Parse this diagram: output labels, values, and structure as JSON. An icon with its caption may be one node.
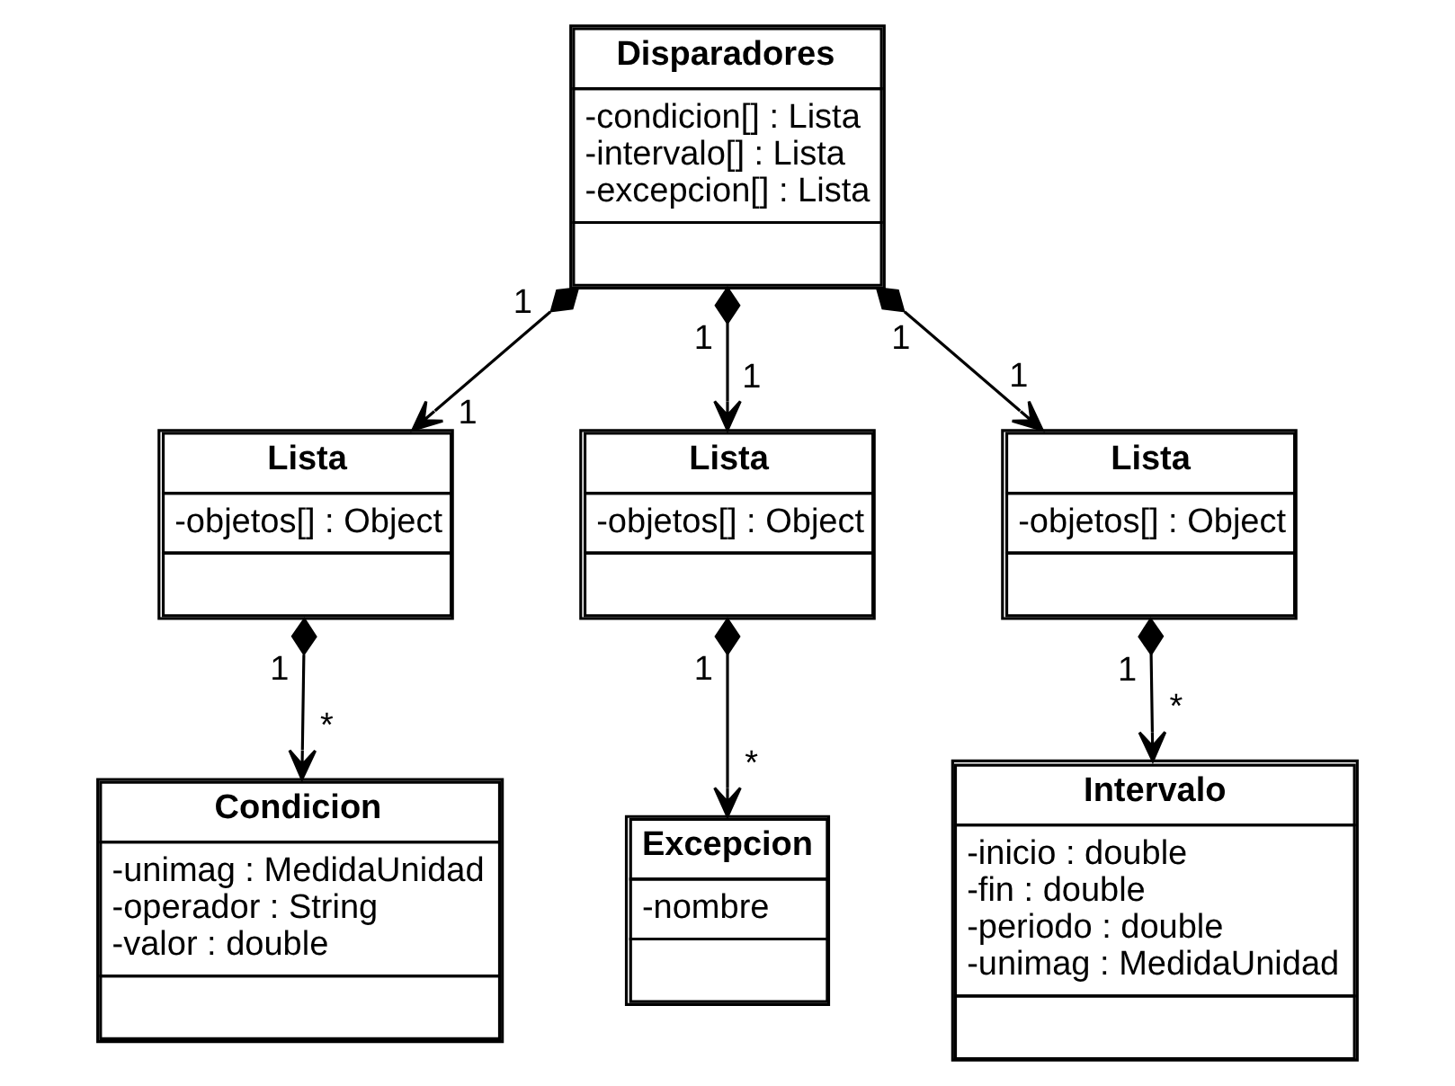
{
  "diagram": {
    "nodes": [
      {
        "text": [
          "Disparadores",
          "-condicion[] : Lista",
          "-intervalo[] : Lista",
          "-excepcion[] : Lista"
        ]
      },
      {
        "text": [
          "Lista",
          "-objetos[] : Object"
        ]
      },
      {
        "text": [
          "Lista",
          "-objetos[] : Object"
        ]
      },
      {
        "text": [
          "Lista",
          "-objetos[] : Object"
        ]
      },
      {
        "text": [
          "Condicion",
          "-unimag : MedidaUnidad",
          "-operador : String",
          "-valor : double"
        ]
      },
      {
        "text": [
          "Excepcion",
          "-nombre"
        ]
      },
      {
        "text": [
          "Intervalo",
          "-inicio : double",
          "-fin : double",
          "-periodo : double",
          "-unimag : MedidaUnidad"
        ]
      }
    ],
    "edges": [
      {
        "from": 0,
        "to": 1,
        "arrow": "to"
      },
      {
        "from": 0,
        "to": 2,
        "arrow": "to"
      },
      {
        "from": 0,
        "to": 3,
        "arrow": "to"
      },
      {
        "from": 1,
        "to": 4,
        "arrow": "to"
      },
      {
        "from": 2,
        "to": 5,
        "arrow": "to"
      },
      {
        "from": 3,
        "to": 6,
        "arrow": "to"
      }
    ],
    "labels": [
      "1",
      "1",
      "1",
      "1",
      "1",
      "1",
      "1",
      "*",
      "1",
      "1",
      "*",
      "*"
    ]
  }
}
